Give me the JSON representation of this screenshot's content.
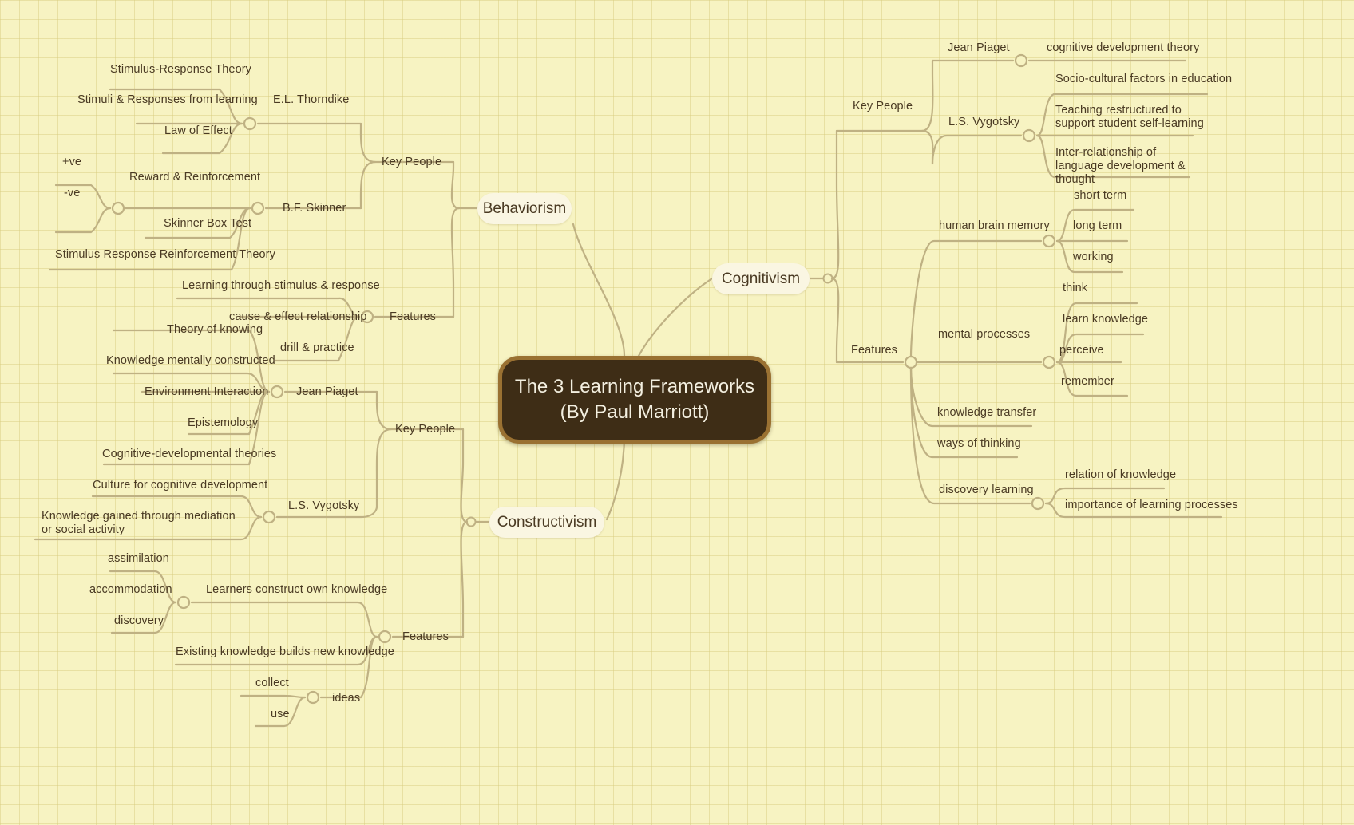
{
  "root": {
    "title": "The 3 Learning Frameworks\n(By Paul Marriott)"
  },
  "branches": {
    "behaviorism": {
      "label": "Behaviorism"
    },
    "cognitivism": {
      "label": "Cognitivism"
    },
    "constructivism": {
      "label": "Constructivism"
    }
  },
  "labels": {
    "behaviorism_key_people": "Key People",
    "behaviorism_features": "Features",
    "thorndike": "E.L. Thorndike",
    "skinner": "B.F. Skinner",
    "stimulus_response_theory": "Stimulus-Response Theory",
    "stimuli_responses": "Stimuli & Responses from learning",
    "law_of_effect": "Law of Effect",
    "pve": "+ve",
    "nve": "-ve",
    "reward_reinforcement": "Reward & Reinforcement",
    "skinner_box": "Skinner Box Test",
    "srr_theory": "Stimulus Response Reinforcement Theory",
    "learning_through": "Learning through stimulus & response",
    "cause_effect": "cause & effect relationship",
    "drill_practice": "drill & practice",
    "cog_key_people": "Key People",
    "cog_features": "Features",
    "cog_piaget": "Jean Piaget",
    "cog_vygotsky": "L.S. Vygotsky",
    "cognitive_development_theory": "cognitive development theory",
    "socio_cultural": "Socio-cultural factors in education",
    "teaching_restructured": "Teaching restructured to support student self-learning",
    "inter_relationship": "Inter-relationship of language development & thought",
    "human_brain_memory": "human brain memory",
    "short_term": "short term",
    "long_term": "long term",
    "working": "working",
    "mental_processes": "mental processes",
    "think": "think",
    "learn_knowledge": "learn knowledge",
    "perceive": "perceive",
    "remember": "remember",
    "knowledge_transfer": "knowledge transfer",
    "ways_of_thinking": "ways of thinking",
    "discovery_learning": "discovery learning",
    "relation_of_knowledge": "relation of knowledge",
    "importance_learning_processes": "importance of learning processes",
    "con_key_people": "Key People",
    "con_features": "Features",
    "con_piaget": "Jean Piaget",
    "con_vygotsky": "L.S. Vygotsky",
    "theory_of_knowing": "Theory of knowing",
    "knowledge_mentally_constructed": "Knowledge mentally constructed",
    "environment_interaction": "Environment Interaction",
    "epistemology": "Epistemology",
    "cognitive_developmental": "Cognitive-developmental theories",
    "culture_for_cognitive": "Culture for cognitive development",
    "knowledge_gained": "Knowledge gained through mediation or social activity",
    "assimilation": "assimilation",
    "accommodation": "accommodation",
    "discovery": "discovery",
    "learners_construct": "Learners construct own knowledge",
    "existing_knowledge": "Existing knowledge builds new knowledge",
    "collect": "collect",
    "use": "use",
    "ideas": "ideas"
  },
  "colors": {
    "background": "#f7f3c2",
    "grid": "#d6cb7a",
    "wire": "#bfb183",
    "text": "#4a3a23",
    "root_fill": "#3e2d16",
    "root_border": "#9a7132",
    "pill_fill": "#faf6e2"
  }
}
